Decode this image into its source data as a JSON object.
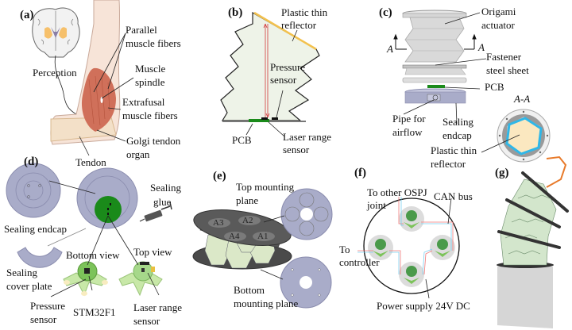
{
  "panels": {
    "a": {
      "tag": "(a)",
      "labels": {
        "perception": "Perception",
        "parallel1": "Parallel",
        "parallel2": "muscle fibers",
        "spindle1": "Muscle",
        "spindle2": "spindle",
        "extra1": "Extrafusal",
        "extra2": "muscle fibers",
        "golgi1": "Golgi tendon",
        "golgi2": "organ",
        "tendon": "Tendon"
      }
    },
    "b": {
      "tag": "(b)",
      "labels": {
        "reflector1": "Plastic thin",
        "reflector2": "reflector",
        "pressure1": "Pressure",
        "pressure2": "sensor",
        "pcb": "PCB",
        "laser1": "Laser range",
        "laser2": "sensor"
      }
    },
    "c": {
      "tag": "(c)",
      "labels": {
        "origami1": "Origami",
        "origami2": "actuator",
        "sectionA": "A",
        "fastener1": "Fastener",
        "fastener2": "steel sheet",
        "pcb": "PCB",
        "section": "A-A",
        "pipe1": "Pipe for",
        "pipe2": "airflow",
        "endcap1": "Sealing",
        "endcap2": "endcap",
        "reflector1": "Plastic thin",
        "reflector2": "reflector"
      }
    },
    "d": {
      "tag": "(d)",
      "labels": {
        "endcap": "Sealing endcap",
        "glue1": "Sealing",
        "glue2": "glue",
        "cover1": "Sealing",
        "cover2": "cover plate",
        "bottom": "Bottom view",
        "top": "Top view",
        "pressure1": "Pressure",
        "pressure2": "sensor",
        "mcu": "STM32F1",
        "laser1": "Laser range",
        "laser2": "sensor"
      }
    },
    "e": {
      "tag": "(e)",
      "labels": {
        "top1": "Top mounting",
        "top2": "plane",
        "bottom1": "Bottom",
        "bottom2": "mounting plane",
        "a1": "A1",
        "a2": "A2",
        "a3": "A3",
        "a4": "A4"
      }
    },
    "f": {
      "tag": "(f)",
      "labels": {
        "other1": "To other OSPJ",
        "other2": "joint",
        "can": "CAN bus",
        "ctrl1": "To",
        "ctrl2": "controller",
        "power": "Power supply 24V DC"
      }
    },
    "g": {
      "tag": "(g)"
    }
  },
  "colors": {
    "muscle": "#d0705a",
    "skin": "#f7e4d8",
    "bellows": "#e9f2e4",
    "bellows_dark": "#d3e6cc",
    "reflector": "#f2c14e",
    "pcb": "#1a8a1a",
    "endcap": "#a9acc9",
    "plate": "#555555",
    "hex_blue": "#2fb7e8",
    "hex_fill": "#fbe8c0",
    "orange": "#e87a2a",
    "wire_red": "#f07a7a",
    "wire_blue": "#7ad0f0",
    "laser": "#d23a3a"
  }
}
